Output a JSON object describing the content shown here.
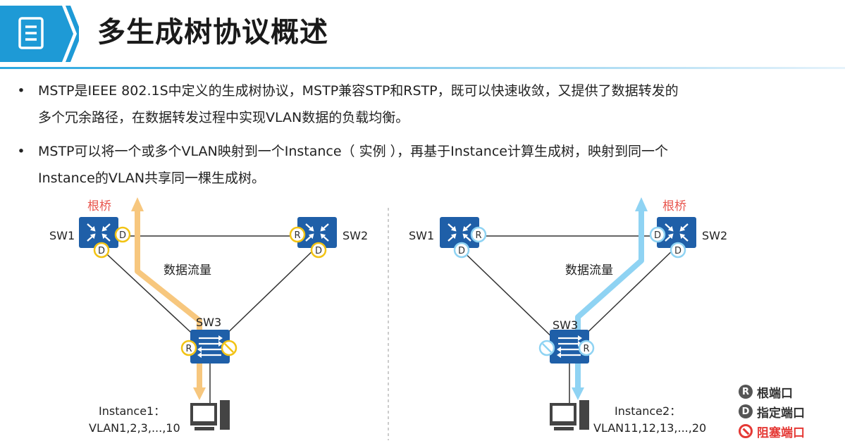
{
  "header": {
    "title": "多生成树协议概述",
    "icon": "document-list-icon",
    "accent": "#1e9ad6"
  },
  "bullets": [
    {
      "line1": "MSTP是IEEE  802.1S中定义的生成树协议，MSTP兼容STP和RSTP，既可以快速收敛，又提供了数据转发的",
      "line2": "多个冗余路径，在数据转发过程中实现VLAN数据的负载均衡。"
    },
    {
      "line1": "MSTP可以将一个或多个VLAN映射到一个Instance（ 实例 ），再基于Instance计算生成树，映射到同一个",
      "line2": "Instance的VLAN共享同一棵生成树。"
    }
  ],
  "diagrams": [
    {
      "root_label": "根桥",
      "flow_label": "数据流量",
      "sw1": "SW1",
      "sw2": "SW2",
      "sw3": "SW3",
      "instance_label": "Instance1：",
      "vlans": "VLAN1,2,3,...,10",
      "flow_color": "#f7c77e",
      "port_color": "#f2c314"
    },
    {
      "root_label": "根桥",
      "flow_label": "数据流量",
      "sw1": "SW1",
      "sw2": "SW2",
      "sw3": "SW3",
      "instance_label": "Instance2：",
      "vlans": "VLAN11,12,13,...,20",
      "flow_color": "#8fd3f3",
      "port_color": "#8fd3f3"
    }
  ],
  "ports": {
    "R": "R",
    "D": "D"
  },
  "legend": [
    {
      "icon": "R",
      "label": "根端口"
    },
    {
      "icon": "D",
      "label": "指定端口"
    },
    {
      "icon": "block-icon",
      "label": "阻塞端口"
    }
  ],
  "colors": {
    "switch_blue": "#1f5fa8",
    "root_red": "#e8574f",
    "block_red": "#e53935"
  }
}
